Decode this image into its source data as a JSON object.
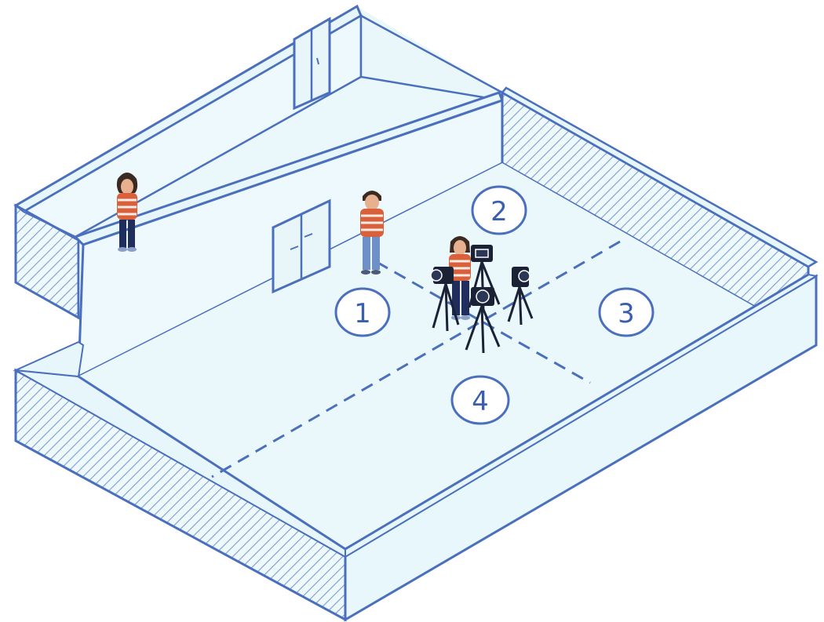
{
  "colors": {
    "wall_line": "#4a6fbd",
    "floor_fill": "#eaf8fb",
    "wall_top_fill": "#e6f6fa",
    "hatch": "#7d9ad6",
    "shirt": "#d9603a",
    "shirt_stripe": "#f3ede6",
    "pants_dark": "#1f2e5c",
    "pants_light": "#6f8fc8",
    "skin": "#e7b08f",
    "hair": "#3b2a22",
    "camera": "#1b2236"
  },
  "zones": [
    {
      "id": "zone-1",
      "label": "1"
    },
    {
      "id": "zone-2",
      "label": "2"
    },
    {
      "id": "zone-3",
      "label": "3"
    },
    {
      "id": "zone-4",
      "label": "4"
    }
  ],
  "people": [
    {
      "id": "person-back-room",
      "role": "standing person"
    },
    {
      "id": "person-at-door",
      "role": "standing person"
    },
    {
      "id": "person-center",
      "role": "person in recording area"
    }
  ],
  "equipment": [
    {
      "id": "camera-left",
      "icon": "camera-on-tripod-icon"
    },
    {
      "id": "camera-top",
      "icon": "camera-on-tripod-icon"
    },
    {
      "id": "camera-right",
      "icon": "camera-on-tripod-icon"
    },
    {
      "id": "camera-front",
      "icon": "camera-on-tripod-icon"
    }
  ]
}
